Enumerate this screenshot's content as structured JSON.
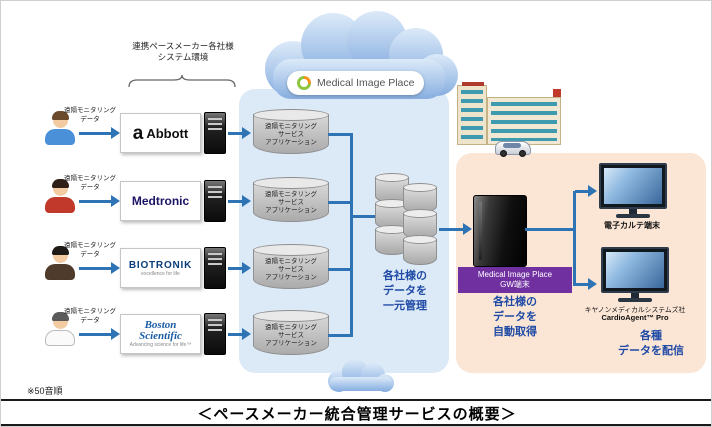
{
  "diagram": {
    "partner_env_label": "連携ペースメーカー各社様\nシステム環境",
    "cloud_service_name": "Medical Image Place",
    "remote_data_label": "遠隔モニタリング\nデータ",
    "app_label": "遠隔モニタリング\nサービス\nアプリケーション",
    "vendors": [
      {
        "name": "Abbott",
        "mark": "a"
      },
      {
        "name": "Medtronic"
      },
      {
        "name": "BIOTRONIK",
        "tagline": "excellence for life"
      },
      {
        "name": "Boston\nScientific",
        "tagline": "Advancing science for life™"
      }
    ],
    "central_caption": "各社様の\nデータを\n一元管理",
    "gateway": {
      "badge": "Medical Image Place\nGW端末",
      "caption": "各社様の\nデータを\n自動取得"
    },
    "outputs": {
      "monitor1_label": "電子カルテ端末",
      "monitor2_maker": "キヤノンメディカルシステムズ社",
      "monitor2_product": "CardioAgent™ Pro",
      "caption": "各種\nデータを配信"
    },
    "note": "※50音順",
    "title": "＜ペースメーカー統合管理サービスの概要＞",
    "colors": {
      "arrow_blue": "#2E74B5",
      "caption_blue": "#1F4AA5",
      "left_panel": "#DCE9F7",
      "right_panel": "#FBE6D6",
      "gw_badge_purple": "#7030A0"
    }
  }
}
